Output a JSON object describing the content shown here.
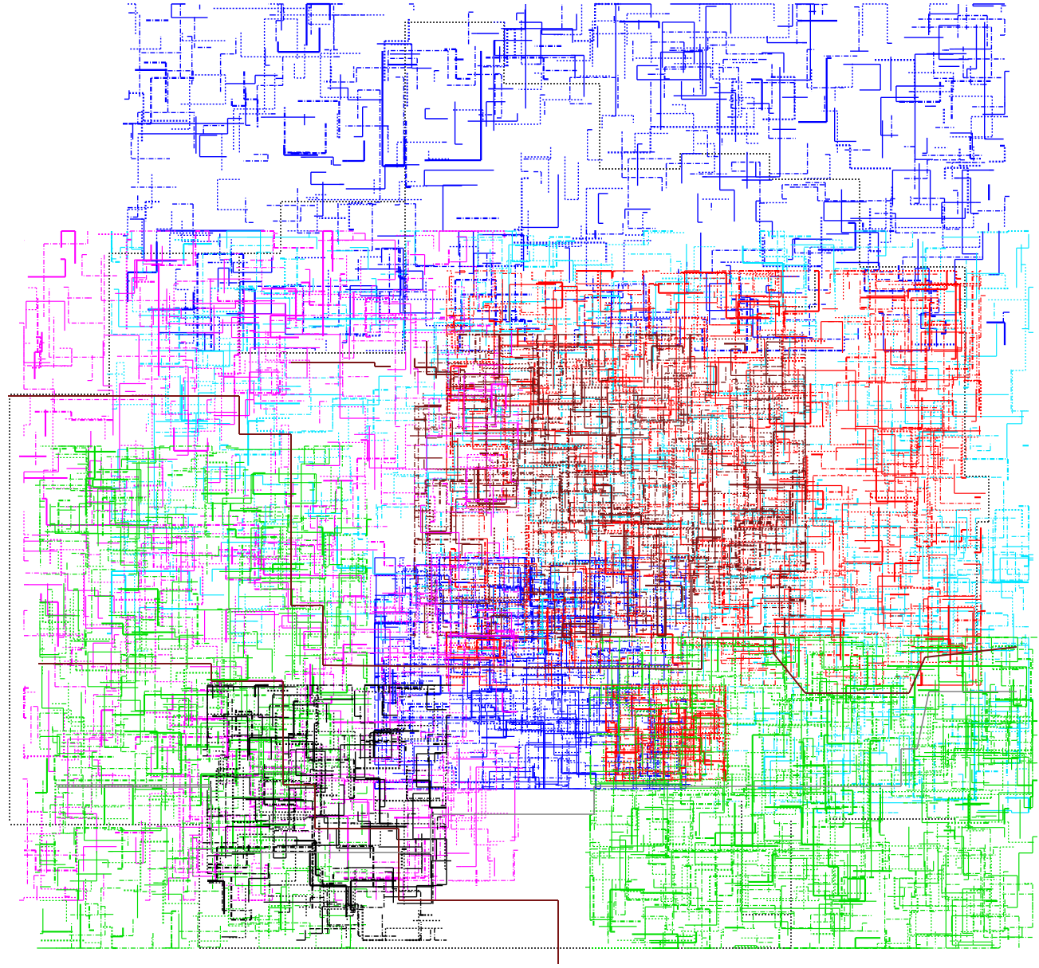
{
  "diagram": {
    "type": "network-line-map",
    "background": "#ffffff",
    "has_text_labels": false,
    "regions": [
      {
        "name": "blue-region",
        "color": "#0000ff"
      },
      {
        "name": "cyan-region",
        "color": "#00e5ff"
      },
      {
        "name": "red-region",
        "color": "#ff0000"
      },
      {
        "name": "maroon-region",
        "color": "#7a1515"
      },
      {
        "name": "magenta-region",
        "color": "#ff00ff"
      },
      {
        "name": "green-region",
        "color": "#00dd00"
      },
      {
        "name": "black-region",
        "color": "#000000"
      },
      {
        "name": "gray-lines",
        "color": "#808080"
      }
    ],
    "line_styles": [
      "solid",
      "dotted",
      "dash-dot"
    ]
  }
}
